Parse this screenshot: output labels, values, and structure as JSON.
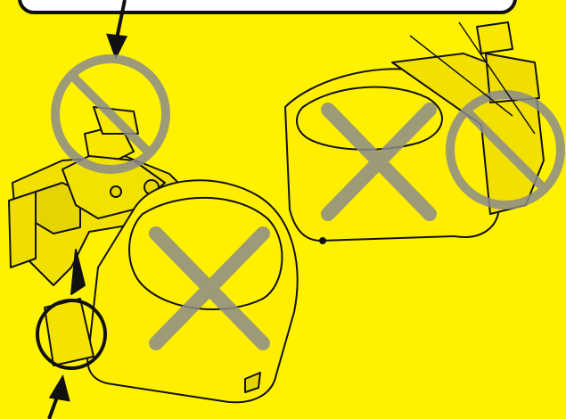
{
  "figure": {
    "background_color": "#fff200",
    "line_color": "#111111",
    "prohibit_color": "#8c8c8c",
    "icons": [
      "prohibition-sign-icon",
      "cross-mark-icon",
      "callout-arrow-icon",
      "highlight-circle-icon"
    ],
    "panels": [
      {
        "name": "left-toilet",
        "marks": [
          "no-hand-sign",
          "x-on-bowl",
          "highlight-circle-at-rear-bracket"
        ]
      },
      {
        "name": "right-toilet",
        "marks": [
          "x-on-bowl",
          "no-hand-sign-on-tank"
        ]
      }
    ]
  }
}
